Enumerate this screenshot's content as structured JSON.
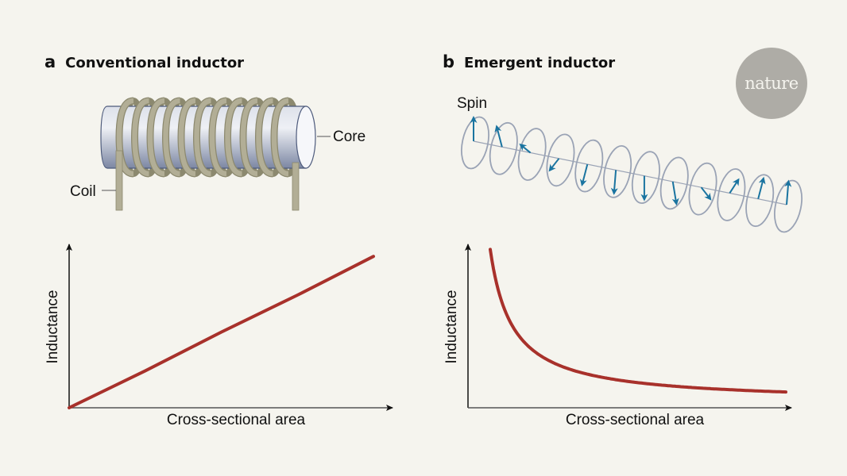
{
  "branding": {
    "logo_text": "nature",
    "logo_color": "#aeaca6"
  },
  "panels": {
    "a": {
      "letter": "a",
      "title": "Conventional inductor",
      "labels": {
        "core": "Core",
        "coil": "Coil"
      },
      "coil_turns": 11
    },
    "b": {
      "letter": "b",
      "title": "Emergent inductor",
      "labels": {
        "spin": "Spin"
      },
      "spin_count": 12,
      "spin_angles_deg": [
        90,
        120,
        160,
        210,
        240,
        260,
        270,
        290,
        330,
        35,
        60,
        80
      ]
    }
  },
  "colors": {
    "curve": "#a8312b",
    "spin_arrow": "#1a74a0",
    "ring": "#9aa3b5",
    "coil": "#b2ae96",
    "core": "#c9cfdc",
    "background": "#f5f4ee"
  },
  "chart_data": [
    {
      "type": "line",
      "title": "Conventional inductor",
      "xlabel": "Cross-sectional area",
      "ylabel": "Inductance",
      "relationship": "linear increase",
      "x": [
        0,
        0.25,
        0.5,
        0.75,
        1.0
      ],
      "y": [
        0,
        0.22,
        0.45,
        0.67,
        0.9
      ],
      "xlim": [
        0,
        1
      ],
      "ylim": [
        0,
        1
      ],
      "grid": false,
      "tick_labels": []
    },
    {
      "type": "line",
      "title": "Emergent inductor",
      "xlabel": "Cross-sectional area",
      "ylabel": "Inductance",
      "relationship": "inverse (decreasing ~1/x)",
      "x": [
        0.07,
        0.1,
        0.15,
        0.2,
        0.3,
        0.4,
        0.5,
        0.6,
        0.7,
        0.8,
        0.9,
        1.0
      ],
      "y": [
        0.98,
        0.72,
        0.5,
        0.4,
        0.29,
        0.23,
        0.19,
        0.16,
        0.14,
        0.12,
        0.11,
        0.1
      ],
      "xlim": [
        0,
        1
      ],
      "ylim": [
        0,
        1
      ],
      "grid": false,
      "tick_labels": []
    }
  ]
}
